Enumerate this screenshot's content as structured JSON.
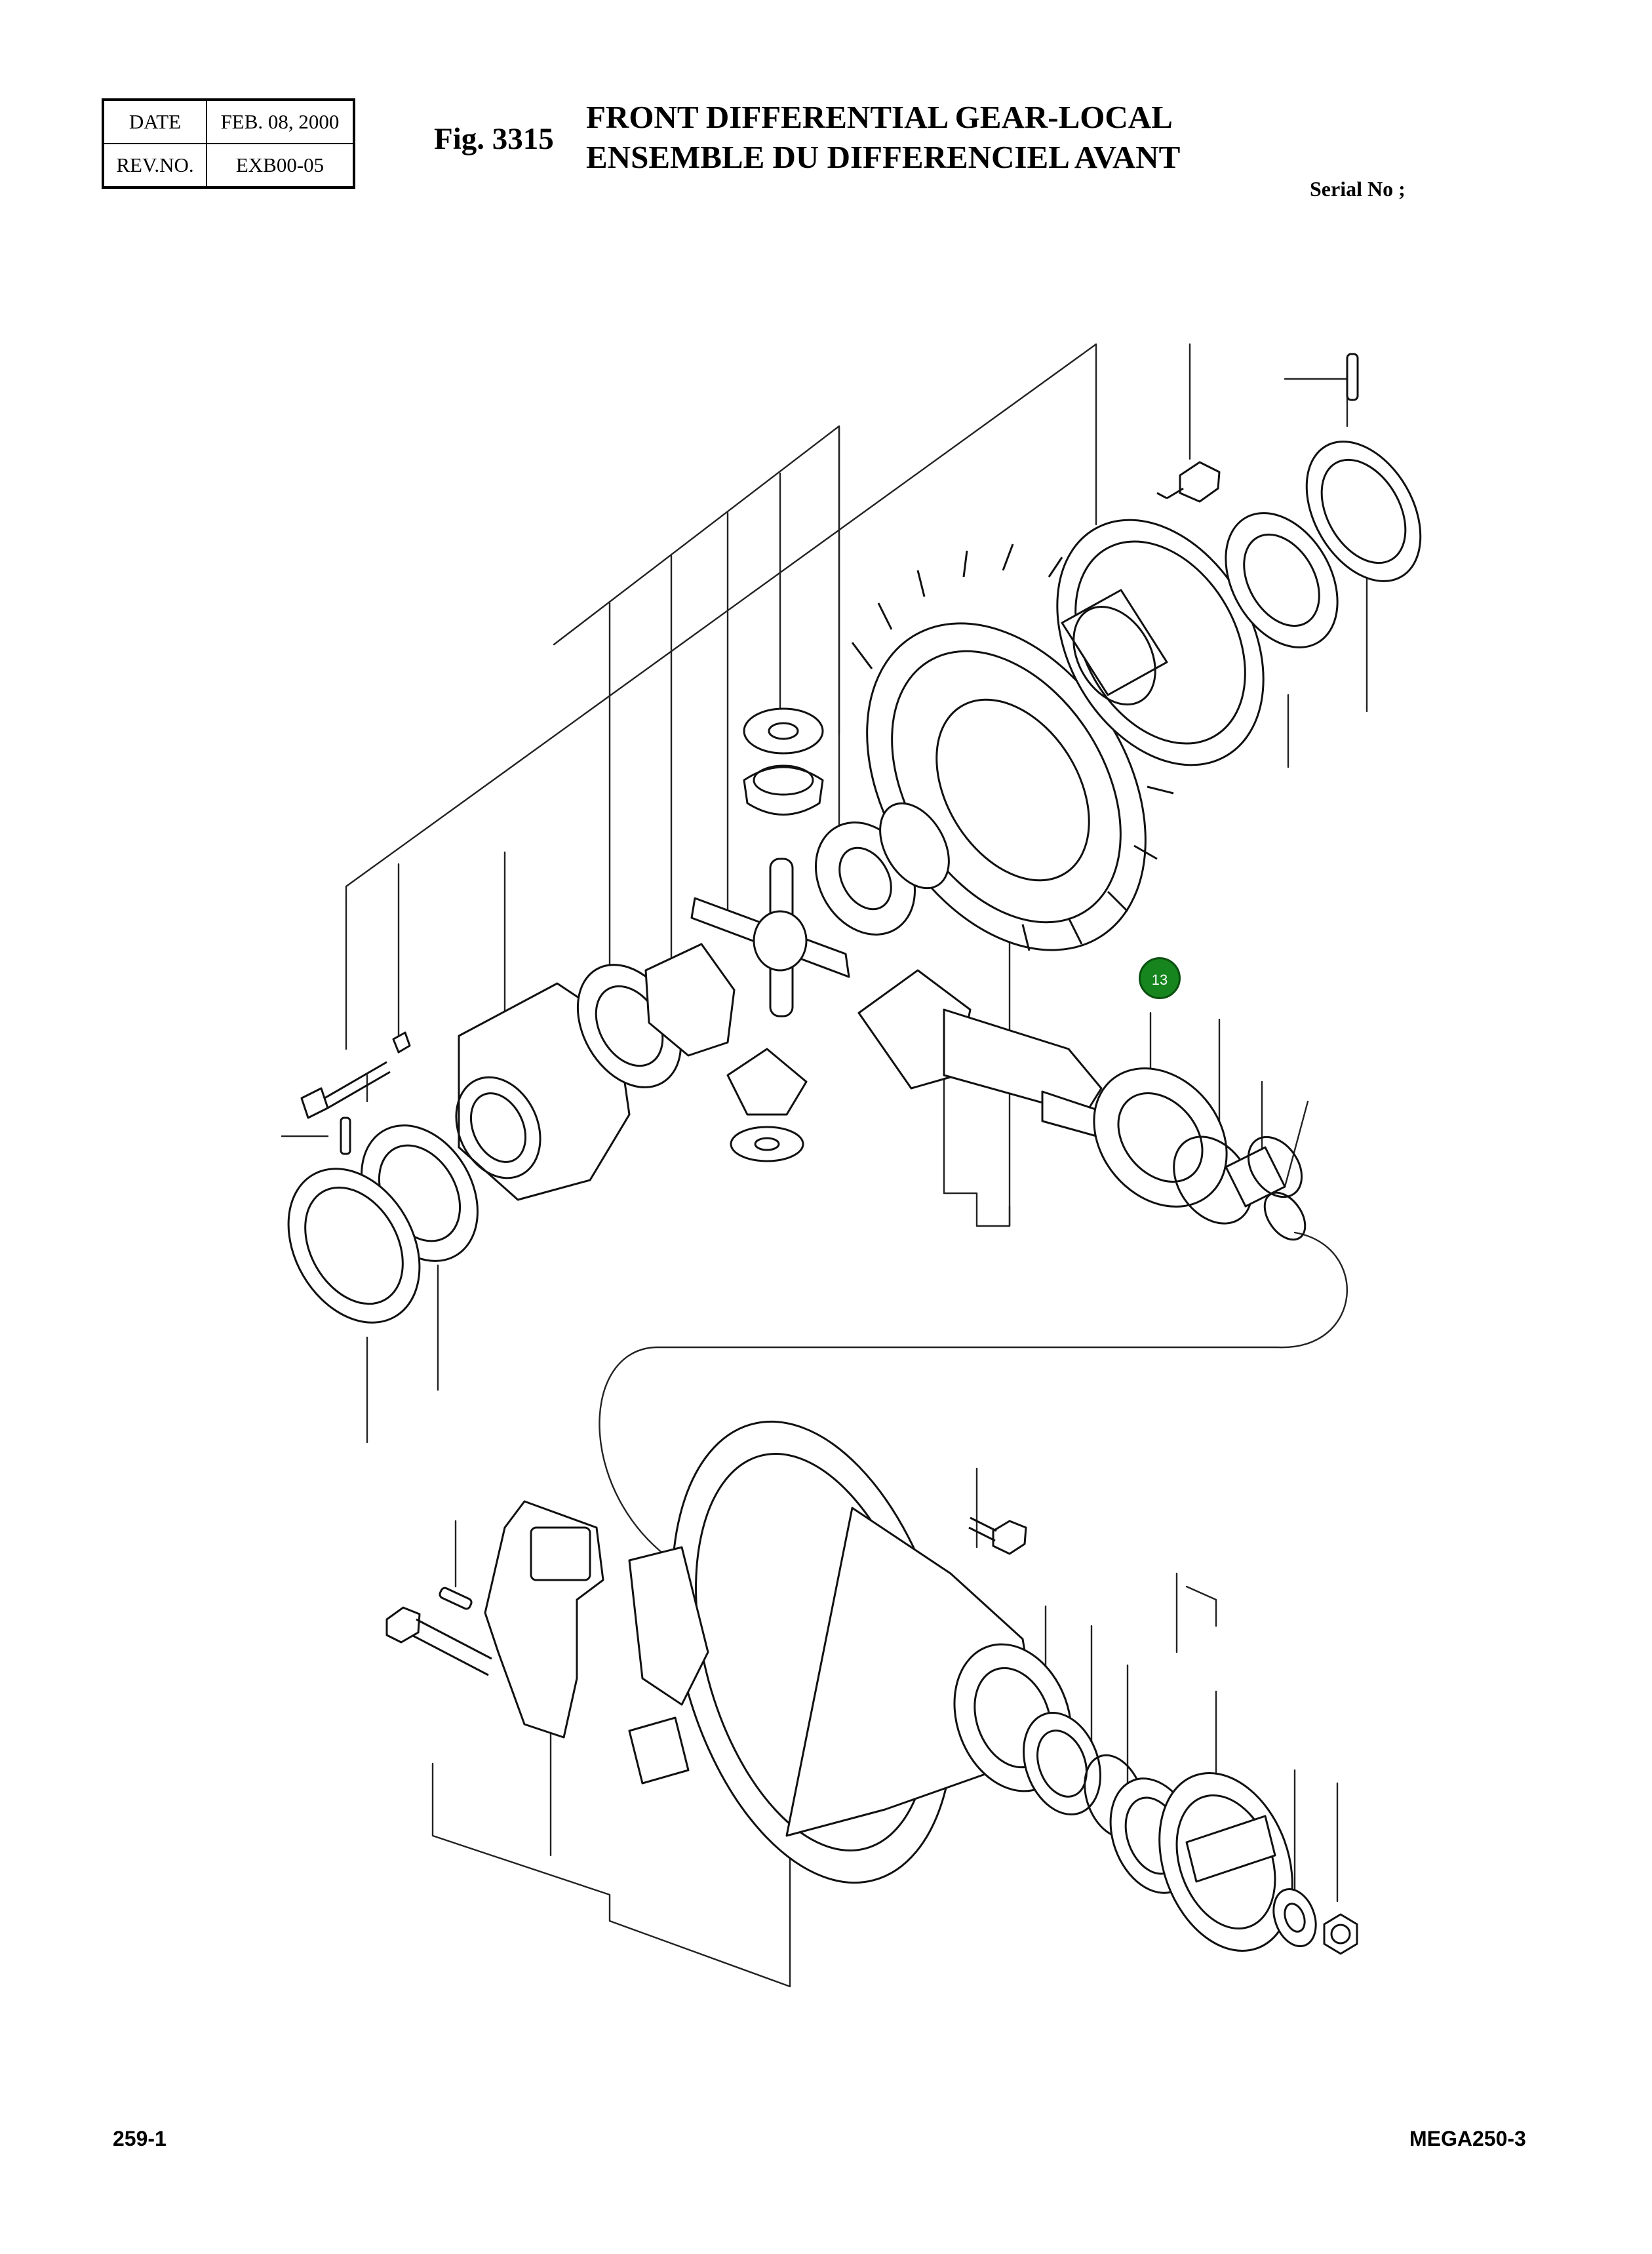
{
  "header": {
    "date_label": "DATE",
    "date_value": "FEB. 08, 2000",
    "rev_label": "REV.NO.",
    "rev_value": "EXB00-05"
  },
  "figure": {
    "number": "Fig. 3315",
    "title_en": "FRONT DIFFERENTIAL GEAR-LOCAL",
    "title_fr": "ENSEMBLE DU DIFFERENCIEL AVANT",
    "serial": "Serial No ;"
  },
  "callouts": [
    {
      "label": "13",
      "color": "#16851e"
    }
  ],
  "footer": {
    "page": "259-1",
    "model": "MEGA250-3"
  }
}
